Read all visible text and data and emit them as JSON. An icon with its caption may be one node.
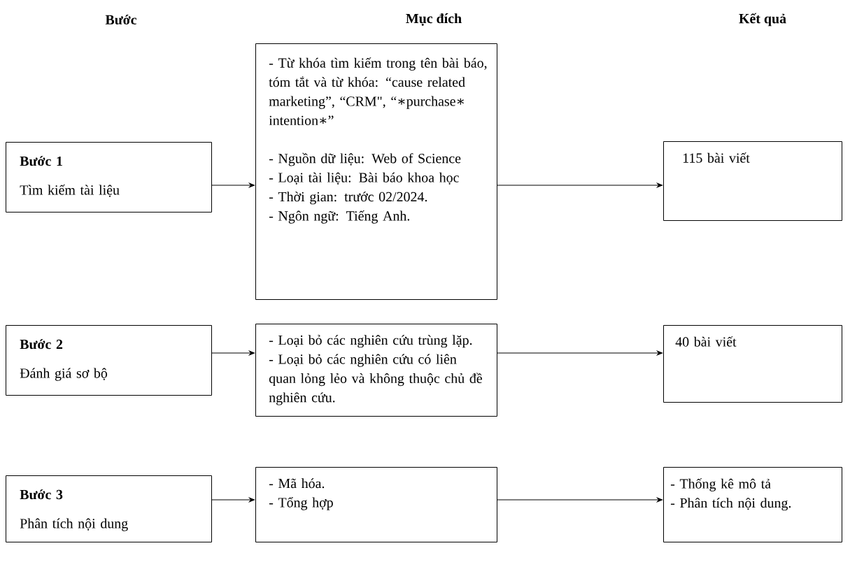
{
  "diagram": {
    "nodes": [
      {
        "text": [
          "Bước 1",
          "Tìm kiếm tài liệu"
        ]
      },
      {
        "text": [
          "- Từ khóa tìm kiếm trong tên bài báo, tóm tắt và từ khóa: “cause related marketing”, “CRM\", “∗purchase∗ intention∗”",
          "- Nguồn dữ liệu: Web of Science",
          "- Loại tài liệu: Bài báo khoa học",
          "- Thời gian: trước 02/2024.",
          "- Ngôn ngữ: Tiếng Anh."
        ]
      },
      {
        "text": [
          "115 bài viết"
        ]
      },
      {
        "text": [
          "Bước 2",
          "Đánh giá sơ bộ"
        ]
      },
      {
        "text": [
          "- Loại bỏ các nghiên cứu trùng lặp.",
          "- Loại bỏ các nghiên cứu có liên quan lỏng lẻo và không thuộc chủ đề nghiên cứu."
        ]
      },
      {
        "text": [
          "40 bài viết"
        ]
      },
      {
        "text": [
          "Bước 3",
          "Phân tích nội dung"
        ]
      },
      {
        "text": [
          "- Mã hóa.",
          "- Tổng hợp"
        ]
      },
      {
        "text": [
          "- Thống kê mô tả",
          "- Phân tích nội dung."
        ]
      }
    ],
    "edges": [
      {
        "from": 0,
        "to": 1,
        "arrow": "to"
      },
      {
        "from": 1,
        "to": 2,
        "arrow": "to"
      },
      {
        "from": 3,
        "to": 4,
        "arrow": "to"
      },
      {
        "from": 4,
        "to": 5,
        "arrow": "to"
      },
      {
        "from": 6,
        "to": 7,
        "arrow": "to"
      },
      {
        "from": 7,
        "to": 8,
        "arrow": "to"
      }
    ],
    "labels": [
      "Bước",
      "Mục đích",
      "Kết quả"
    ]
  }
}
